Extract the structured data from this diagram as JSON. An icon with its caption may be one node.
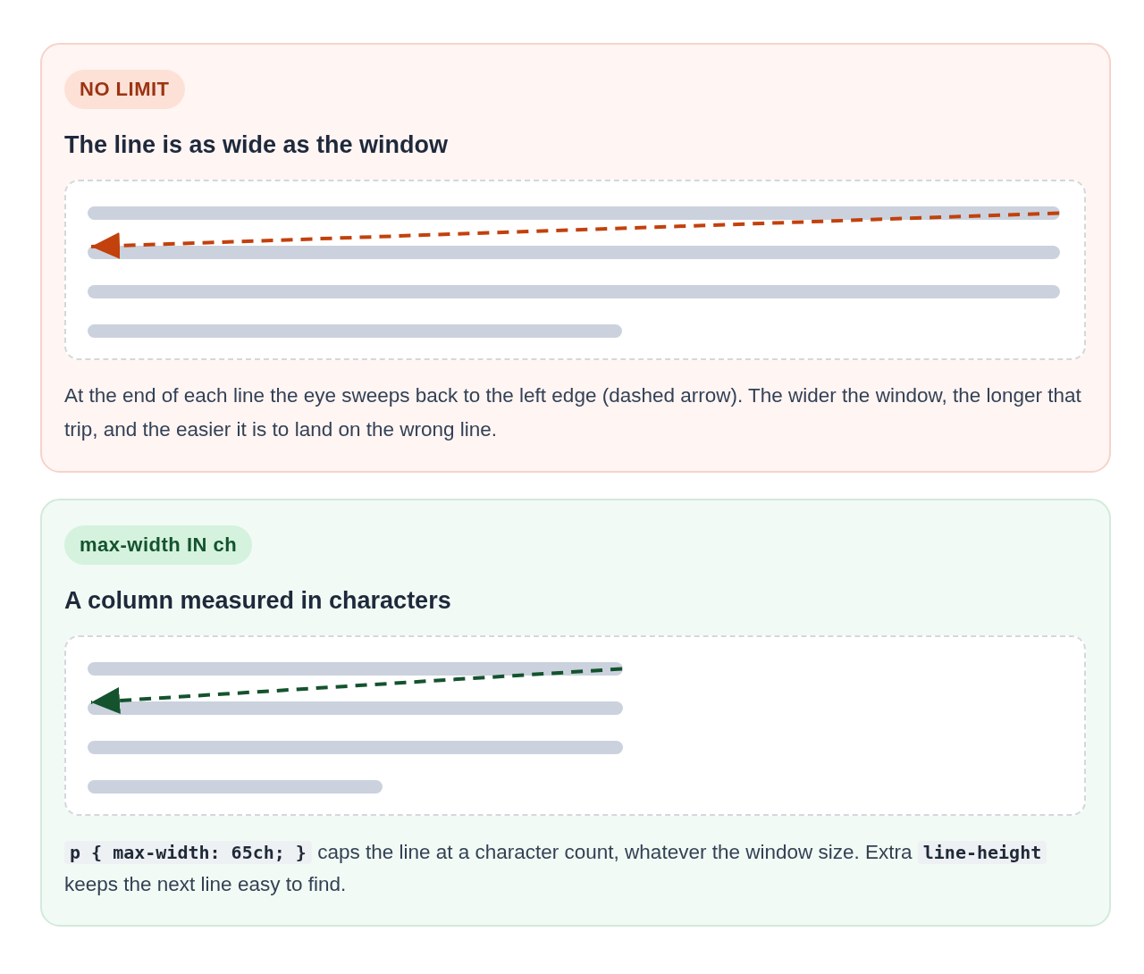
{
  "diagram": {
    "nodes": [
      {
        "text": [
          "The line is as wide as the window",
          "At the end of each line the eye sweeps back to the left edge (dashed arrow). The wider the window, the longer that trip, and the easier it is to land on the wrong line."
        ]
      },
      {
        "text": [
          "NO LIMIT"
        ],
        "in": 0
      },
      {
        "text": [],
        "shape": "box",
        "in": 0
      },
      {
        "text": [],
        "shape": "bar",
        "in": 2
      },
      {
        "text": [],
        "shape": "bar",
        "in": 2
      },
      {
        "text": [],
        "shape": "bar",
        "in": 2
      },
      {
        "text": [],
        "shape": "bar",
        "in": 2
      },
      {
        "text": [
          "A column measured in characters",
          "**p { max-width: 65ch; }** caps the line at a character count, whatever the window size. Extra **line-height** keeps the next line easy to find."
        ]
      },
      {
        "text": [
          "max-width IN ch"
        ],
        "in": 7
      },
      {
        "text": [],
        "shape": "box",
        "in": 7
      },
      {
        "text": [],
        "shape": "bar",
        "in": 9
      },
      {
        "text": [],
        "shape": "bar",
        "in": 9
      },
      {
        "text": [],
        "shape": "bar",
        "in": 9
      },
      {
        "text": [],
        "shape": "bar",
        "in": 9
      }
    ],
    "edges": [
      {
        "from": 3,
        "to": 4,
        "arrow": "to",
        "style": "dashed",
        "color": "#c2410c"
      },
      {
        "from": 10,
        "to": 11,
        "arrow": "to",
        "style": "dashed",
        "color": "#14532d"
      }
    ]
  }
}
